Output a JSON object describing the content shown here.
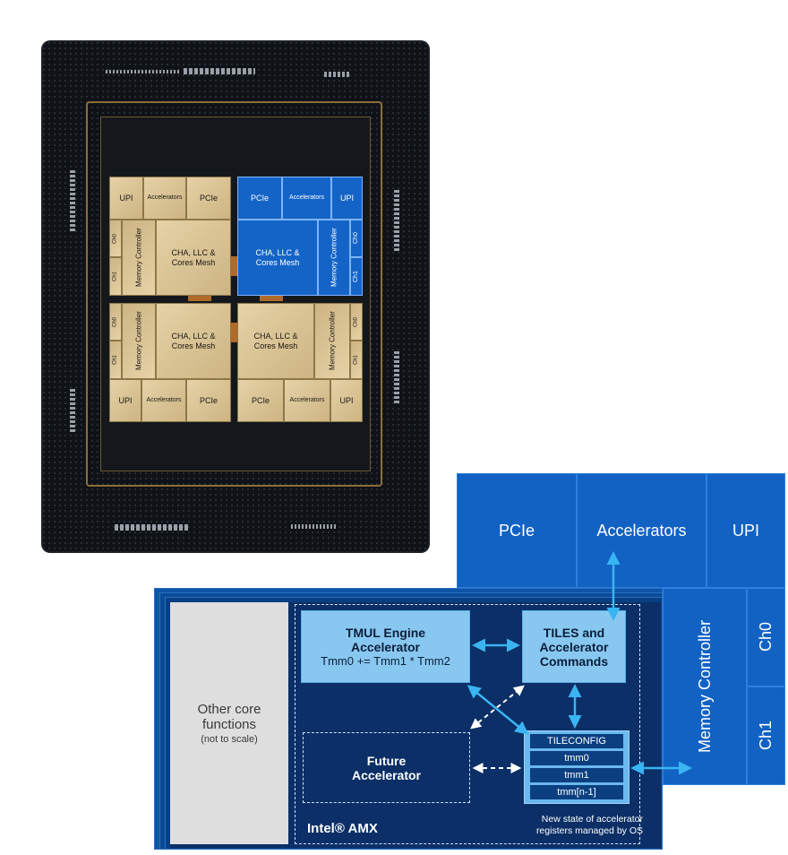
{
  "chip_die": {
    "tiles": {
      "top_left": {
        "upi": "UPI",
        "accelerators": "Accelerators",
        "pcie": "PCIe",
        "memory_controller": "Memory Controller",
        "ch0": "Ch0",
        "ch1": "Ch1",
        "cha": "CHA, LLC & Cores Mesh"
      },
      "top_right": {
        "pcie": "PCIe",
        "accelerators": "Accelerators",
        "upi": "UPI",
        "cha": "CHA, LLC & Cores Mesh",
        "memory_controller": "Memory Controller",
        "ch0": "Ch0",
        "ch1": "Ch1"
      },
      "bottom_left": {
        "memory_controller": "Memory Controller",
        "ch0": "Ch0",
        "ch1": "Ch1",
        "cha": "CHA, LLC & Cores Mesh",
        "upi": "UPI",
        "accelerators": "Accelerators",
        "pcie": "PCIe"
      },
      "bottom_right": {
        "cha": "CHA, LLC & Cores Mesh",
        "memory_controller": "Memory Controller",
        "ch0": "Ch0",
        "ch1": "Ch1",
        "pcie": "PCIe",
        "accelerators": "Accelerators",
        "upi": "UPI"
      }
    }
  },
  "expanded_tile": {
    "pcie": "PCIe",
    "accelerators": "Accelerators",
    "upi": "UPI",
    "memory_controller": "Memory Controller",
    "ch0": "Ch0",
    "ch1": "Ch1"
  },
  "amx": {
    "other_core_line1": "Other core",
    "other_core_line2": "functions",
    "other_core_note": "(not to scale)",
    "tmul_title_line1": "TMUL Engine",
    "tmul_title_line2": "Accelerator",
    "tmul_formula": "Tmm0 += Tmm1 * Tmm2",
    "tiles_line1": "TILES and",
    "tiles_line2": "Accelerator",
    "tiles_line3": "Commands",
    "future_line1": "Future",
    "future_line2": "Accelerator",
    "registers": [
      "TILECONFIG",
      "tmm0",
      "tmm1",
      "tmm[n-1]"
    ],
    "label": "Intel® AMX",
    "note_line1": "New state of accelerator",
    "note_line2": "registers managed by OS"
  },
  "colors": {
    "chip_blue": "#1464c8",
    "gold": "#d9c293",
    "amx_navy": "#0b2f66",
    "light_blue": "#88c8f0",
    "arrow": "#3ab4f2"
  }
}
